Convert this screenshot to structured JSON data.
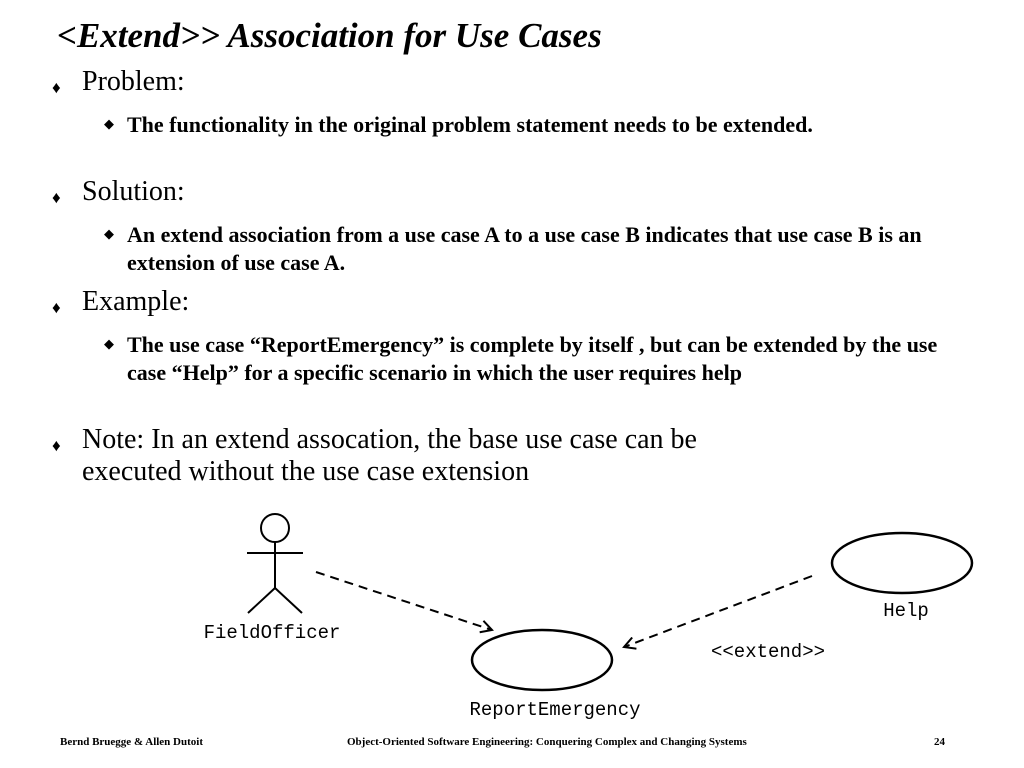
{
  "title": "<Extend>> Association  for Use Cases",
  "bullets": [
    {
      "glyph": "♦",
      "heading": "Problem:",
      "sub": [
        {
          "glyph": "◆",
          "text": "The functionality in the original problem statement needs to be extended."
        }
      ]
    },
    {
      "glyph": "♦",
      "heading": "Solution:",
      "sub": [
        {
          "glyph": "◆",
          "text": "An extend association from a use case A to a use case B indicates that use case B is an extension of use case A."
        }
      ]
    },
    {
      "glyph": "♦",
      "heading": "Example:",
      "sub": [
        {
          "glyph": "◆",
          "text": "The use case “ReportEmergency” is complete by itself , but can be extended by the use case “Help” for a specific scenario in which the user requires help"
        }
      ]
    },
    {
      "glyph": "♦",
      "heading": "Note: In an extend assocation, the base use case can be",
      "heading_line2": "executed without the use case extension",
      "sub": []
    }
  ],
  "diagram": {
    "actor_label": "FieldOfficer",
    "usecase_main_label": "ReportEmergency",
    "usecase_ext_label": "Help",
    "stereotype_label": "<<extend>>"
  },
  "footer": {
    "left": "Bernd Bruegge & Allen Dutoit",
    "center": "Object-Oriented Software Engineering: Conquering Complex and Changing Systems",
    "page": "24"
  }
}
